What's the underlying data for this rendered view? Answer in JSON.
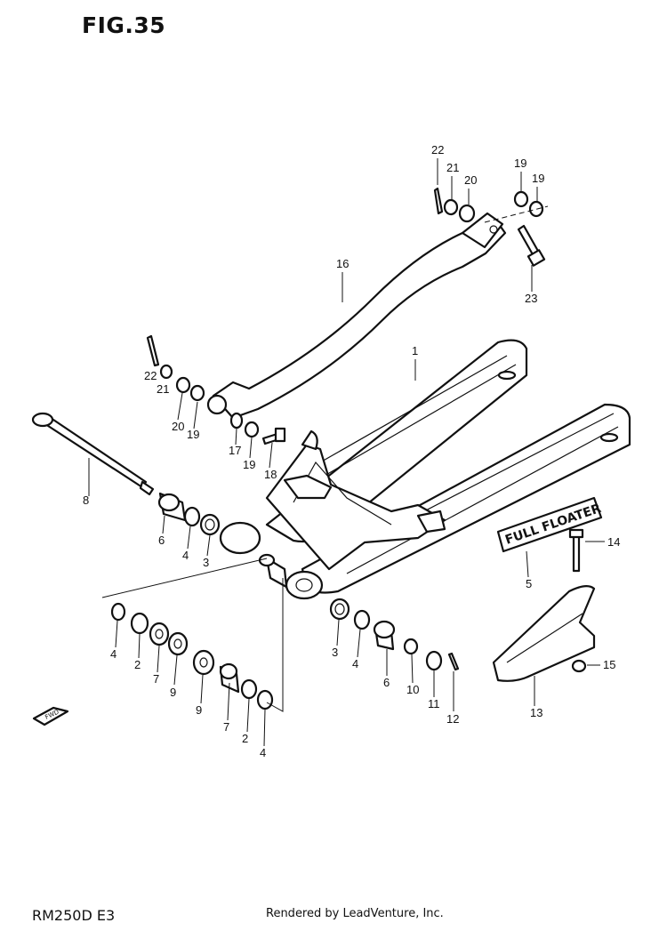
{
  "figure": {
    "title": "FIG.35",
    "model": "RM250D E3",
    "footer": "Rendered by LeadVenture, Inc."
  },
  "decal_text": "FULL FLOATER",
  "fwd_text": "FWD",
  "callouts": [
    {
      "id": "c22a",
      "label": "22"
    },
    {
      "id": "c21a",
      "label": "21"
    },
    {
      "id": "c20a",
      "label": "20"
    },
    {
      "id": "c19a",
      "label": "19"
    },
    {
      "id": "c19b",
      "label": "19"
    },
    {
      "id": "c23",
      "label": "23"
    },
    {
      "id": "c16",
      "label": "16"
    },
    {
      "id": "c1",
      "label": "1"
    },
    {
      "id": "c22b",
      "label": "22"
    },
    {
      "id": "c21b",
      "label": "21"
    },
    {
      "id": "c20b",
      "label": "20"
    },
    {
      "id": "c19c",
      "label": "19"
    },
    {
      "id": "c17",
      "label": "17"
    },
    {
      "id": "c19d",
      "label": "19"
    },
    {
      "id": "c18",
      "label": "18"
    },
    {
      "id": "c8",
      "label": "8"
    },
    {
      "id": "c6a",
      "label": "6"
    },
    {
      "id": "c4a",
      "label": "4"
    },
    {
      "id": "c3a",
      "label": "3"
    },
    {
      "id": "c14",
      "label": "14"
    },
    {
      "id": "c5",
      "label": "5"
    },
    {
      "id": "c4b",
      "label": "4"
    },
    {
      "id": "c2a",
      "label": "2"
    },
    {
      "id": "c7a",
      "label": "7"
    },
    {
      "id": "c9a",
      "label": "9"
    },
    {
      "id": "c9b",
      "label": "9"
    },
    {
      "id": "c7b",
      "label": "7"
    },
    {
      "id": "c2b",
      "label": "2"
    },
    {
      "id": "c4c",
      "label": "4"
    },
    {
      "id": "c3b",
      "label": "3"
    },
    {
      "id": "c4d",
      "label": "4"
    },
    {
      "id": "c6b",
      "label": "6"
    },
    {
      "id": "c10",
      "label": "10"
    },
    {
      "id": "c11",
      "label": "11"
    },
    {
      "id": "c12",
      "label": "12"
    },
    {
      "id": "c15",
      "label": "15"
    },
    {
      "id": "c13",
      "label": "13"
    }
  ]
}
